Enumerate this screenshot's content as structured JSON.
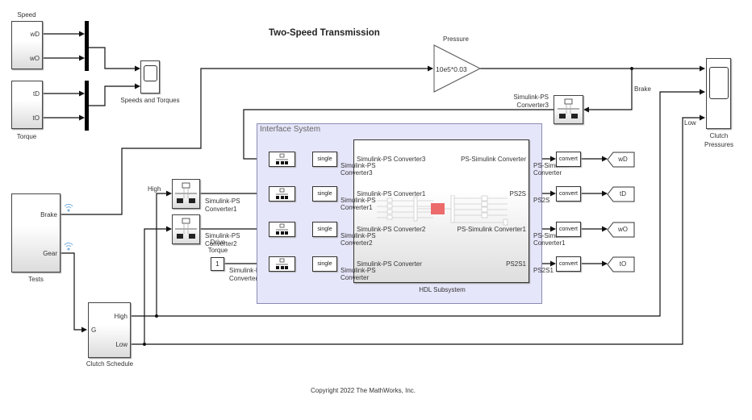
{
  "diagram": {
    "title": "Two-Speed Transmission",
    "copyright": "Copyright 2022 The MathWorks, Inc."
  },
  "blocks": {
    "speed": {
      "label": "Speed",
      "ports": [
        "wD",
        "wO"
      ]
    },
    "torque": {
      "label": "Torque",
      "ports": [
        "tD",
        "tO"
      ]
    },
    "scope_speeds": {
      "label": "Speeds and Torques"
    },
    "gain": {
      "label": "Pressure",
      "value": "10e5*0.03"
    },
    "scope_clutch": {
      "label_line1": "Clutch",
      "label_line2": "Pressures"
    },
    "s_ps_conv3": {
      "label_line1": "Simulink-PS",
      "label_line2": "Converter3"
    },
    "s_ps_conv1": {
      "label_line1": "Simulink-PS",
      "label_line2": "Converter1"
    },
    "s_ps_conv2": {
      "label_line1": "Simulink-PS",
      "label_line2": "Converter2"
    },
    "s_ps_conv": {
      "label_line1": "Simulink-PS",
      "label_line2": "Converter"
    },
    "drive_torque": {
      "label_line1": "Drive",
      "label_line2": "Torque",
      "value": "1"
    },
    "tests": {
      "label": "Tests",
      "ports": [
        "Brake",
        "Gear"
      ]
    },
    "clutch_schedule": {
      "label": "Clutch Schedule",
      "in_port": "G",
      "out_ports": [
        "High",
        "Low"
      ]
    },
    "interface_system": {
      "title": "Interface System",
      "single_label": "single",
      "convert_label": "convert",
      "hdl_subsystem": {
        "label": "HDL Subsystem",
        "inputs": [
          "Simulink-PS Converter3",
          "Simulink-PS Converter1",
          "Simulink-PS Converter2",
          "Simulink-PS Converter"
        ],
        "outputs": [
          "PS-Simulink Converter",
          "PS2S",
          "PS-Simulink Converter1",
          "PS2S1"
        ]
      },
      "in_signal_labels": [
        {
          "line1": "Simulink-PS",
          "line2": "Converter3"
        },
        {
          "line1": "Simulink-PS",
          "line2": "Converter1"
        },
        {
          "line1": "Simulink-PS",
          "line2": "Converter2"
        },
        {
          "line1": "Simulink-PS",
          "line2": "Converter"
        }
      ],
      "out_signal_labels": [
        {
          "line1": "PS-Simulink",
          "line2": "Converter"
        },
        {
          "line1": "PS2S",
          "line2": ""
        },
        {
          "line1": "PS-Simulink",
          "line2": "Converter1"
        },
        {
          "line1": "PS2S1",
          "line2": ""
        }
      ]
    },
    "goto_tags": [
      "wD",
      "tD",
      "wO",
      "tO"
    ]
  },
  "signals": {
    "brake": "Brake",
    "high": "High",
    "low": "Low"
  },
  "colors": {
    "interface_bg": "#e6e6fb",
    "hdl_core": "#ec6a6a",
    "wireless_icon": "#7ab0e0"
  }
}
